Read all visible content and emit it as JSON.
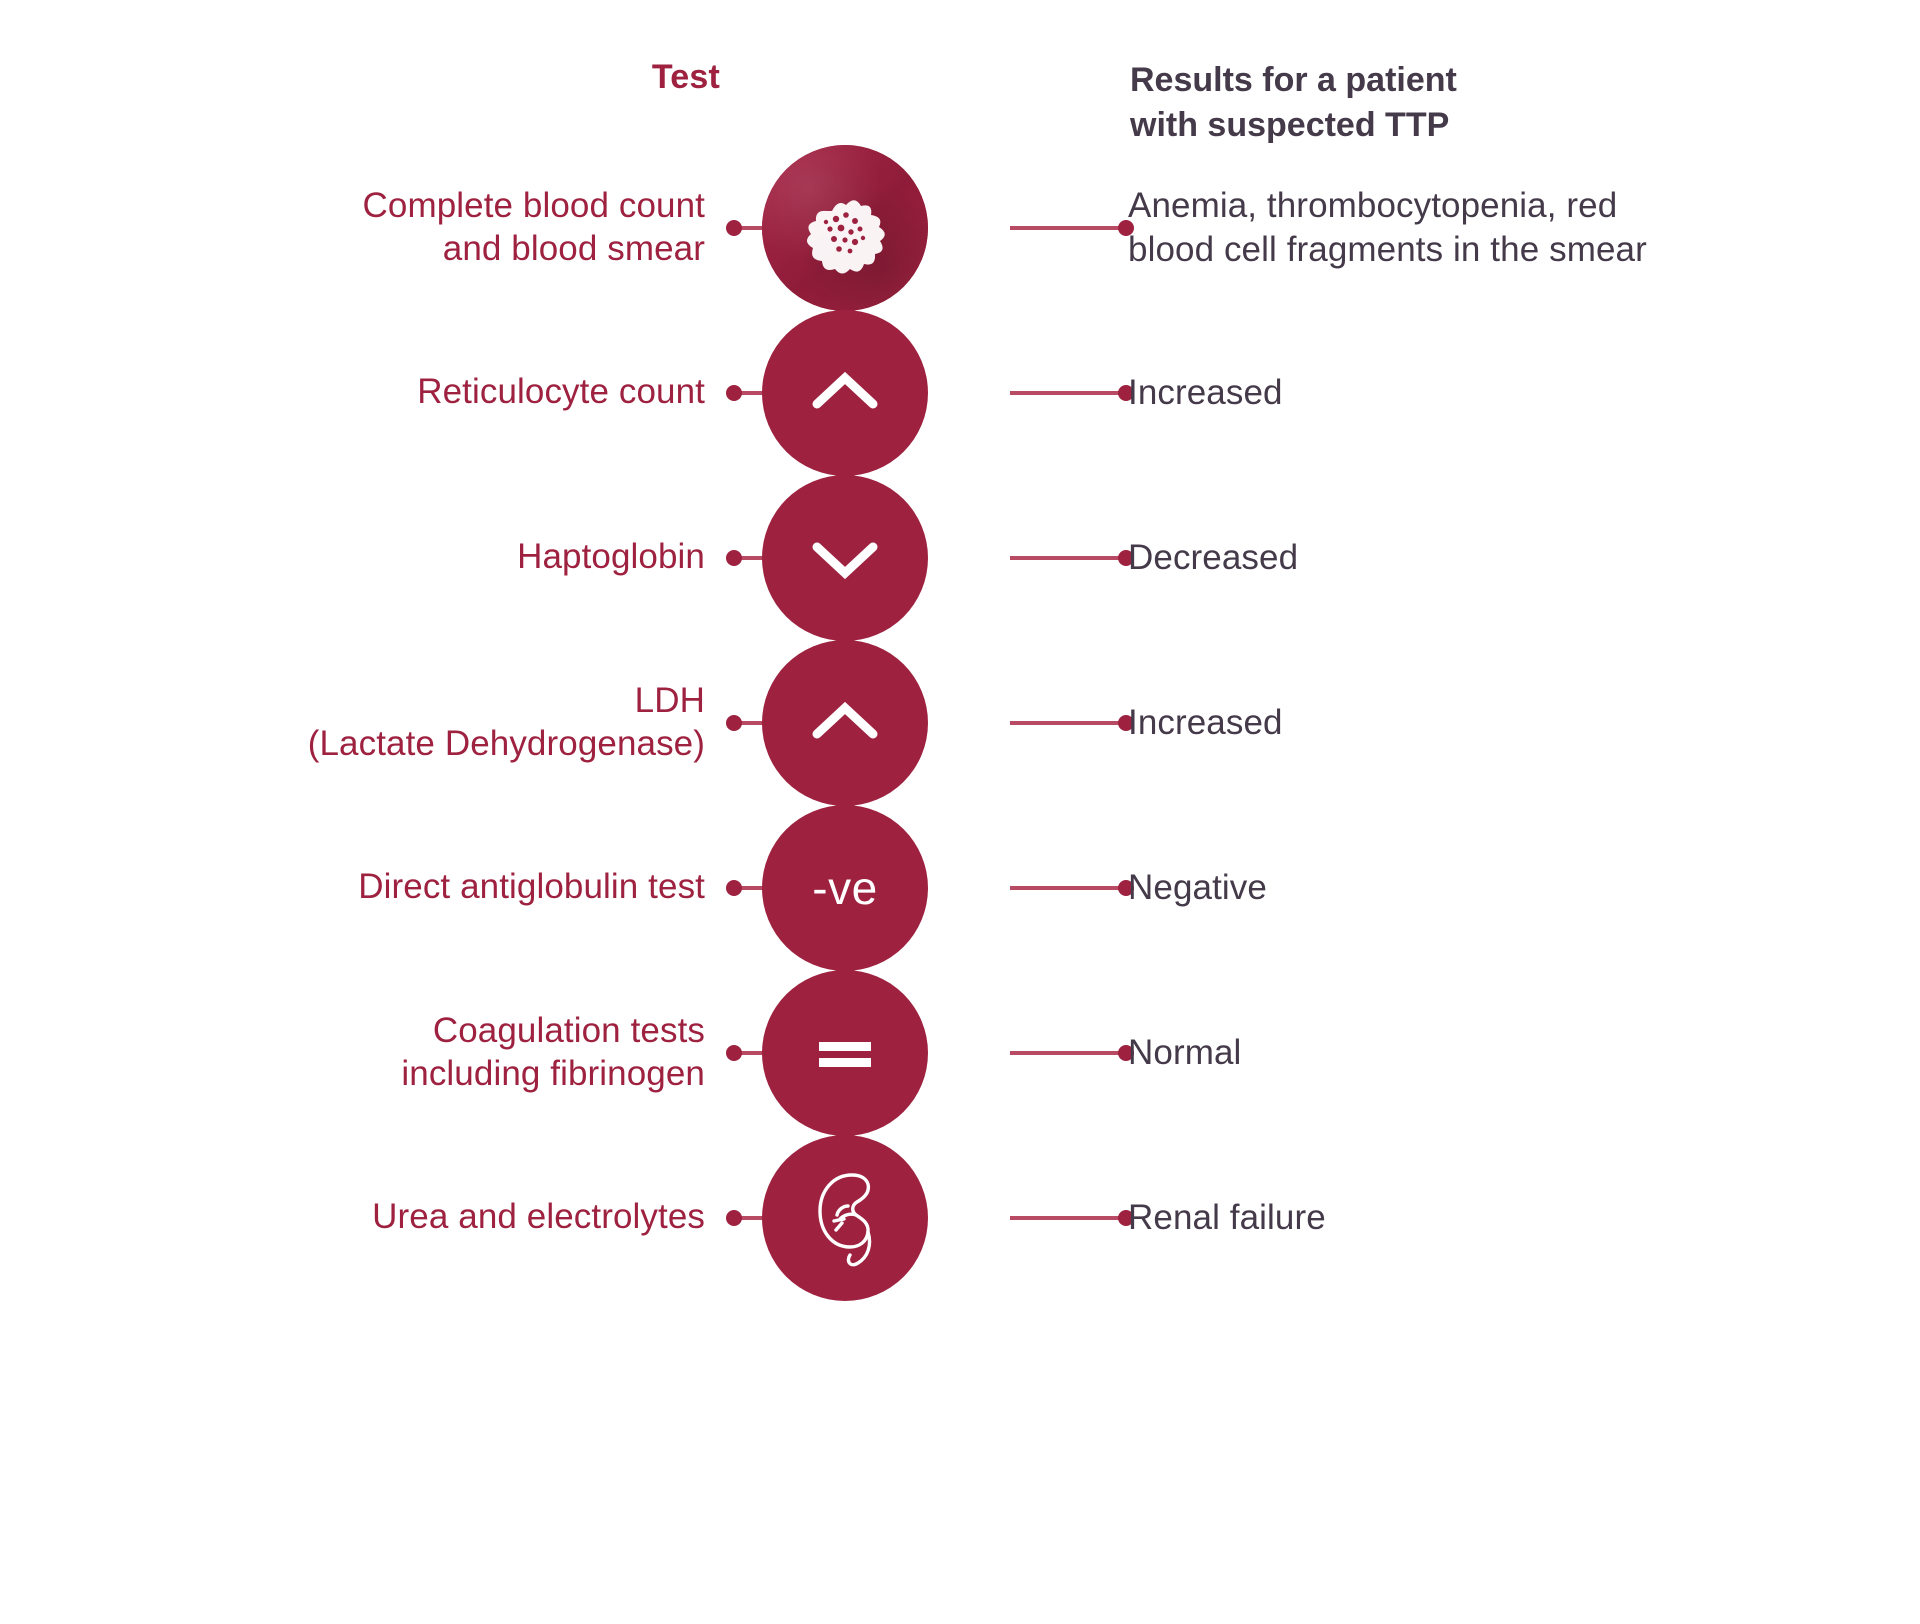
{
  "headers": {
    "test": "Test",
    "results_line1": "Results for a patient",
    "results_line2": "with suspected TTP"
  },
  "colors": {
    "accent_crimson": "#9E2240",
    "connector": "#B84B63",
    "result_text": "#443A49",
    "background": "#FFFFFF"
  },
  "rows": [
    {
      "test_line1": "Complete blood count",
      "test_line2": "and blood smear",
      "icon": "blood-smear-icon",
      "icon_text": "",
      "result_line1": "Anemia, thrombocytopenia, red",
      "result_line2": "blood cell fragments in the smear"
    },
    {
      "test_line1": "Reticulocyte count",
      "test_line2": "",
      "icon": "chevron-up-icon",
      "icon_text": "",
      "result_line1": "Increased",
      "result_line2": ""
    },
    {
      "test_line1": "Haptoglobin",
      "test_line2": "",
      "icon": "chevron-down-icon",
      "icon_text": "",
      "result_line1": "Decreased",
      "result_line2": ""
    },
    {
      "test_line1": "LDH",
      "test_line2": "(Lactate Dehydrogenase)",
      "icon": "chevron-up-icon",
      "icon_text": "",
      "result_line1": "Increased",
      "result_line2": ""
    },
    {
      "test_line1": "Direct antiglobulin test",
      "test_line2": "",
      "icon": "negative-sign-icon",
      "icon_text": "-ve",
      "result_line1": "Negative",
      "result_line2": ""
    },
    {
      "test_line1": "Coagulation tests",
      "test_line2": "including fibrinogen",
      "icon": "equals-sign-icon",
      "icon_text": "",
      "result_line1": "Normal",
      "result_line2": ""
    },
    {
      "test_line1": "Urea and electrolytes",
      "test_line2": "",
      "icon": "kidney-icon",
      "icon_text": "",
      "result_line1": "Renal failure",
      "result_line2": ""
    }
  ]
}
